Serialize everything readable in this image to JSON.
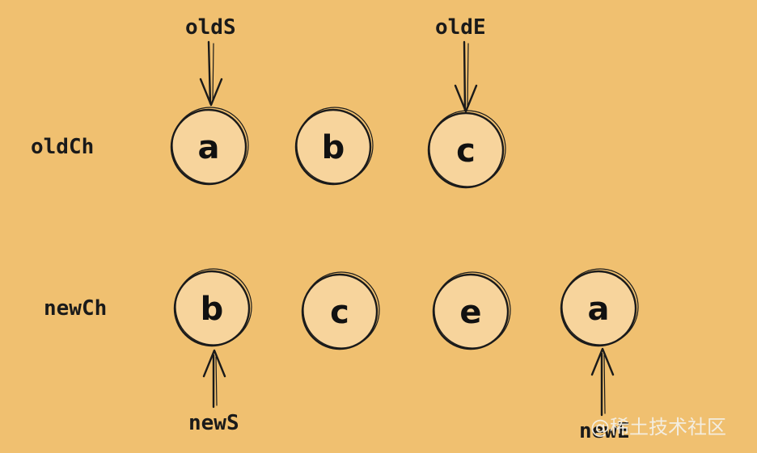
{
  "colors": {
    "background": "#f0c070",
    "node_fill": "#f7d49c",
    "stroke": "#1a1a1a",
    "watermark": "#f4f0e6"
  },
  "rows": {
    "old_label": "oldCh",
    "new_label": "newCh",
    "old_nodes": [
      "a",
      "b",
      "c"
    ],
    "new_nodes": [
      "b",
      "c",
      "e",
      "a"
    ]
  },
  "pointers": {
    "old_start": "oldS",
    "old_end": "oldE",
    "new_start": "newS",
    "new_end": "newE"
  },
  "watermark": "@稀土技术社区"
}
